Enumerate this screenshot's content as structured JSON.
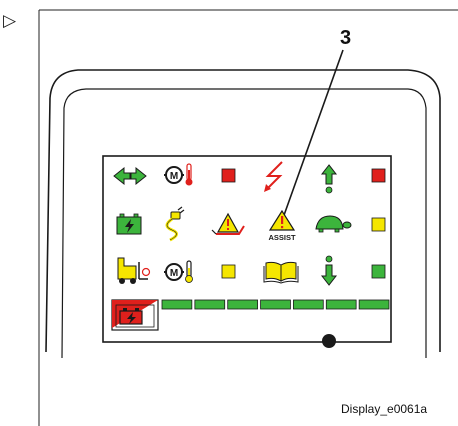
{
  "marker_glyph": "▷",
  "callout": {
    "number": "3"
  },
  "caption": "Display_e0061a",
  "assist_label": "ASSIST",
  "colors": {
    "green": "#3cb43c",
    "red": "#e0201c",
    "yellow": "#f5e600",
    "outline": "#1a1a1a"
  },
  "icon_rows": [
    [
      "left-right-arrows-icon",
      "motor-temperature-icon",
      "red-indicator",
      "lightning-arrow-icon",
      "up-arrow-icon",
      "red-indicator"
    ],
    [
      "battery-charging-icon",
      "plug-cable-icon",
      "warning-triangle-icon",
      "assist-warning-icon",
      "turtle-icon",
      "yellow-indicator"
    ],
    [
      "lift-truck-icon",
      "motor-temperature-icon",
      "yellow-indicator",
      "open-book-icon",
      "down-arrow-icon",
      "green-indicator"
    ]
  ],
  "charge_bar": {
    "segments_total": 7,
    "segments_lit": 7
  }
}
